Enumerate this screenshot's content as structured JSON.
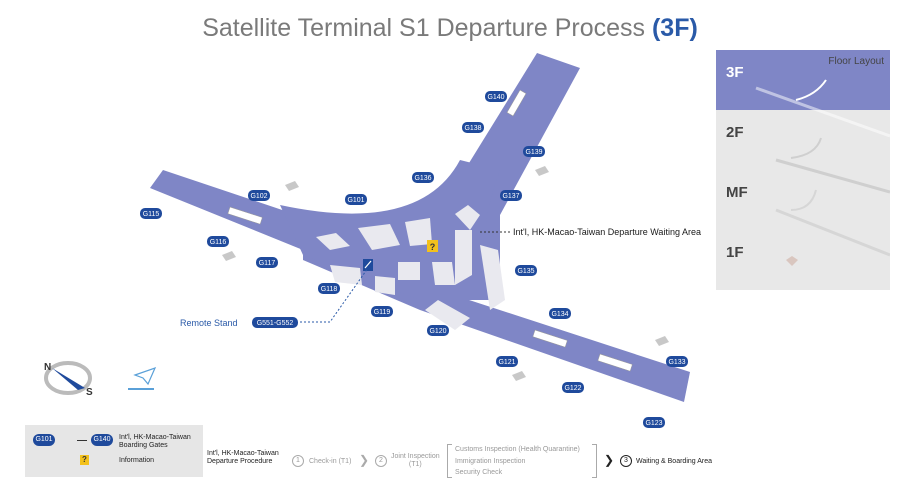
{
  "title": {
    "main": "Satellite Terminal S1 Departure Process",
    "floor": "(3F)"
  },
  "colors": {
    "concourse": "#7f86c6",
    "gate_badge": "#1f4a9c",
    "info": "#f3c11c",
    "text_blue": "#2a5aa8"
  },
  "gates": [
    "G101",
    "G102",
    "G115",
    "G116",
    "G117",
    "G118",
    "G119",
    "G120",
    "G121",
    "G122",
    "G123",
    "G133",
    "G134",
    "G135",
    "G136",
    "G137",
    "G138",
    "G139",
    "G140",
    "G551-G552"
  ],
  "callouts": {
    "waiting_area": "Int'l, HK-Macao-Taiwan Departure Waiting Area",
    "remote_stand": "Remote Stand"
  },
  "floor_panel": {
    "title": "Floor Layout",
    "floors": [
      "3F",
      "2F",
      "MF",
      "1F"
    ],
    "active": "3F"
  },
  "legend": {
    "badge_from": "G101",
    "badge_to": "G140",
    "gates_text_1": "Int'l, HK-Macao-Taiwan",
    "gates_text_2": "Boarding Gates",
    "info_symbol": "?",
    "info_text": "Information"
  },
  "process": {
    "title_1": "Int'l, HK-Macao-Taiwan",
    "title_2": "Departure Procedure",
    "step1_num": "1",
    "step1": "Check-in (T1)",
    "step2_num": "2",
    "step2_a": "Joint Inspection",
    "step2_b": "(T1)",
    "sub1": "Customs Inspection (Health Quarantine)",
    "sub2": "Immigration Inspection",
    "sub3": "Security Check",
    "step3_num": "3",
    "step3": "Waiting & Boarding Area"
  },
  "compass": {
    "north": "N",
    "south": "S"
  }
}
